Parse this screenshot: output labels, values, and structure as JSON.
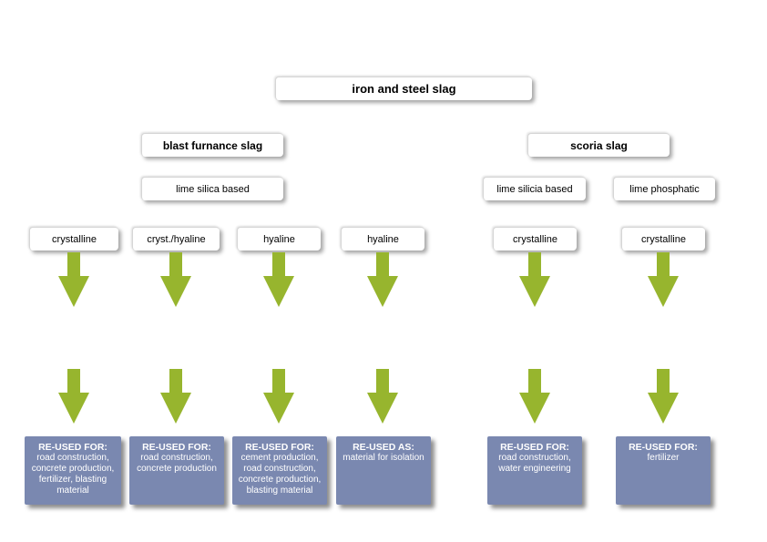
{
  "colors": {
    "arrow": "#97b52e",
    "result_fill": "#7a88b0",
    "result_text": "#ffffff"
  },
  "root": {
    "label": "iron and steel slag"
  },
  "groups": [
    {
      "id": "blast",
      "label": "blast furnance slag"
    },
    {
      "id": "scoria",
      "label": "scoria slag"
    }
  ],
  "compositions": [
    {
      "label": "lime silica based"
    },
    {
      "label": "lime silicia based"
    },
    {
      "label": "lime phosphatic"
    }
  ],
  "columns": [
    {
      "form": "crystalline",
      "heading": "RE-USED FOR:",
      "uses": "road construction, concrete production, fertilizer, blasting material"
    },
    {
      "form": "cryst./hyaline",
      "heading": "RE-USED FOR:",
      "uses": "road construction, concrete production"
    },
    {
      "form": "hyaline",
      "heading": "RE-USED FOR:",
      "uses": "cement production, road construction, concrete production, blasting material"
    },
    {
      "form": "hyaline",
      "heading": "RE-USED AS:",
      "uses": "material for isolation"
    },
    {
      "form": "crystalline",
      "heading": "RE-USED FOR:",
      "uses": "road construction, water engineering"
    },
    {
      "form": "crystalline",
      "heading": "RE-USED FOR:",
      "uses": "fertilizer"
    }
  ]
}
